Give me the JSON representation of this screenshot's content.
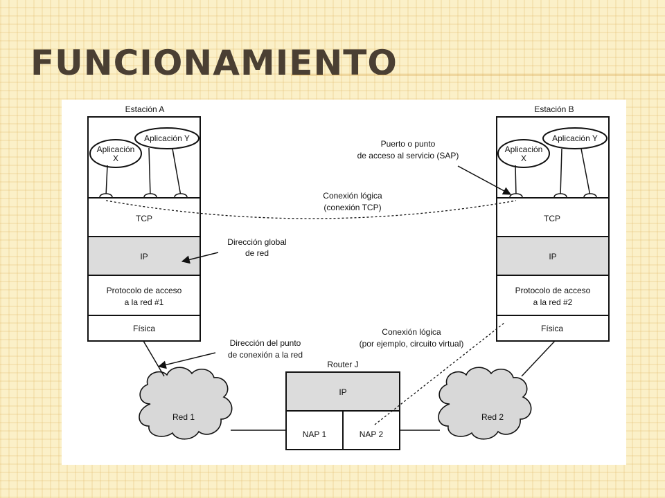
{
  "slide": {
    "title": "FUNCIONAMIENTO"
  },
  "diagram": {
    "station_a": {
      "label": "Estación A",
      "app_x": [
        "Aplicación",
        "X"
      ],
      "app_y": "Aplicación Y",
      "tcp": "TCP",
      "ip": "IP",
      "access": [
        "Protocolo de acceso",
        "a la red #1"
      ],
      "physical": "Física"
    },
    "station_b": {
      "label": "Estación B",
      "app_x": [
        "Aplicación",
        "X"
      ],
      "app_y": "Aplicación Y",
      "tcp": "TCP",
      "ip": "IP",
      "access": [
        "Protocolo de acceso",
        "a la red #2"
      ],
      "physical": "Física"
    },
    "router": {
      "label": "Router J",
      "ip": "IP",
      "nap1": "NAP 1",
      "nap2": "NAP 2"
    },
    "networks": {
      "red1": "Red 1",
      "red2": "Red 2"
    },
    "annotations": {
      "sap": [
        "Puerto o punto",
        "de acceso al servicio (SAP)"
      ],
      "tcp_connection": [
        "Conexión lógica",
        "(conexión TCP)"
      ],
      "global_address": [
        "Dirección global",
        "de red"
      ],
      "attachment_address": [
        "Dirección del punto",
        "de conexión a la red"
      ],
      "virtual_circuit": [
        "Conexión lógica",
        "(por ejemplo, circuito virtual)"
      ]
    }
  }
}
